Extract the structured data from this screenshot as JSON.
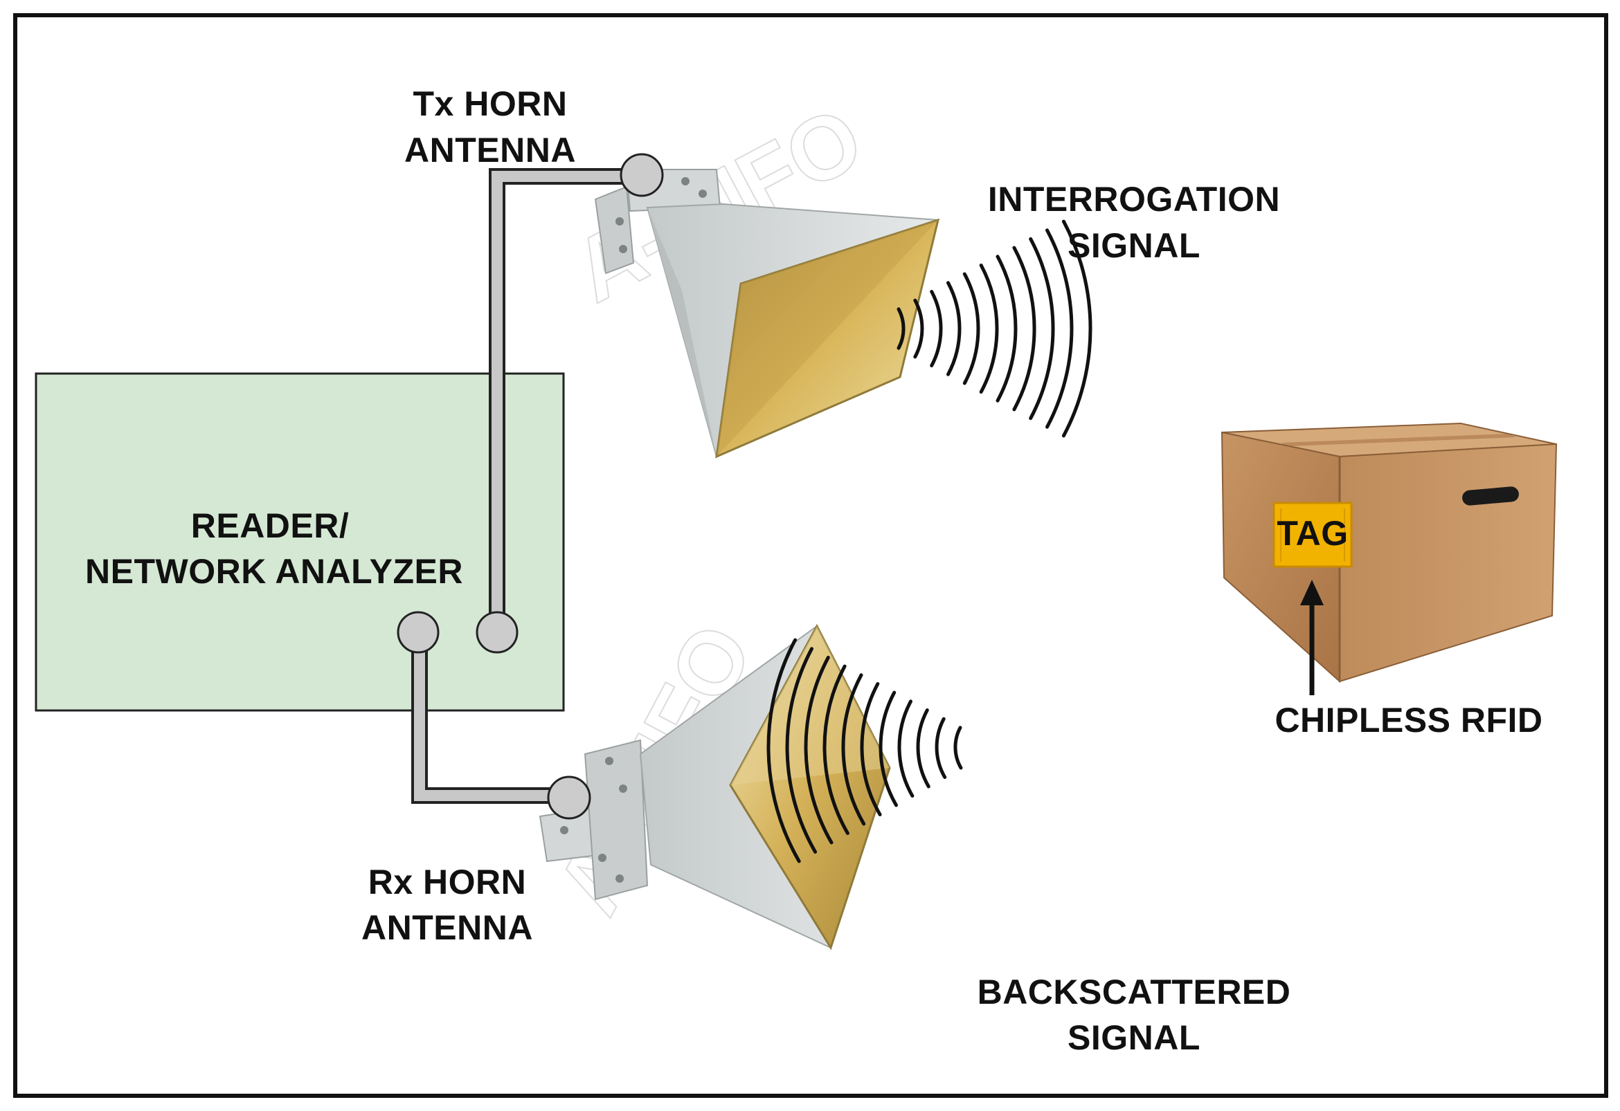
{
  "labels": {
    "tx_line1": "Tx HORN",
    "tx_line2": "ANTENNA",
    "rx_line1": "Rx HORN",
    "rx_line2": "ANTENNA",
    "reader_line1": "READER/",
    "reader_line2": "NETWORK ANALYZER",
    "interrogation_line1": "INTERROGATION",
    "interrogation_line2": "SIGNAL",
    "backscattered_line1": "BACKSCATTERED",
    "backscattered_line2": "SIGNAL",
    "tag": "TAG",
    "chipless": "CHIPLESS RFID"
  },
  "watermark": "A-INFO",
  "colors": {
    "reader_fill": "#d5e8d4",
    "cable": "#c8c8c8",
    "horn_body": "#d8dcdc",
    "horn_inner": "#c9a54a",
    "box": "#b98554",
    "tag": "#f2b200"
  }
}
